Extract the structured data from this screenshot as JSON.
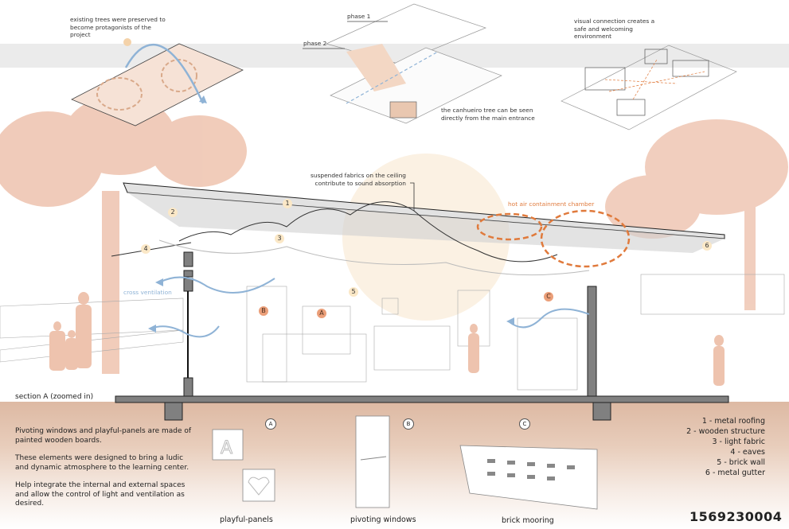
{
  "top_diagrams": {
    "trees_note": "existing trees were preserved to become protagonists of the project",
    "phase1_label": "phase 1",
    "phase2_label": "phase 2",
    "canhueiro_note": "the canhueiro tree can be seen directly from the main entrance",
    "visual_note": "visual connection creates a safe and welcoming environment"
  },
  "section": {
    "fabrics_note": "suspended fabrics on the ceiling contribute to sound absorption",
    "hot_air_label": "hot air containment chamber",
    "cross_ventilation_label": "cross ventilation",
    "title": "section A (zoomed in)",
    "number_badges": [
      "1",
      "2",
      "3",
      "4",
      "5",
      "6"
    ],
    "letter_badges": [
      "A",
      "B",
      "C"
    ]
  },
  "description": {
    "paragraphs": [
      "Pivoting windows and playful-panels are made of painted wooden boards.",
      "These elements were designed to bring a ludic and dynamic atmosphere to the learning center.",
      "Help integrate the internal and external spaces and allow the control of light and ventilation as desired."
    ]
  },
  "details": [
    {
      "letter": "A",
      "caption": "playful-panels"
    },
    {
      "letter": "B",
      "caption": "pivoting windows"
    },
    {
      "letter": "C",
      "caption": "brick mooring"
    }
  ],
  "legend": [
    "1 - metal roofing",
    "2 - wooden structure",
    "3 - light fabric",
    "4 - eaves",
    "5 - brick wall",
    "6 - metal gutter"
  ],
  "project_code": "1569230004",
  "colors": {
    "accent_orange": "#e07a3c",
    "ventilation_blue": "#8fb3d6",
    "tree_pink": "#eec3ae",
    "panel_tan": "#ddb9a3",
    "structure_gray": "#808080"
  }
}
